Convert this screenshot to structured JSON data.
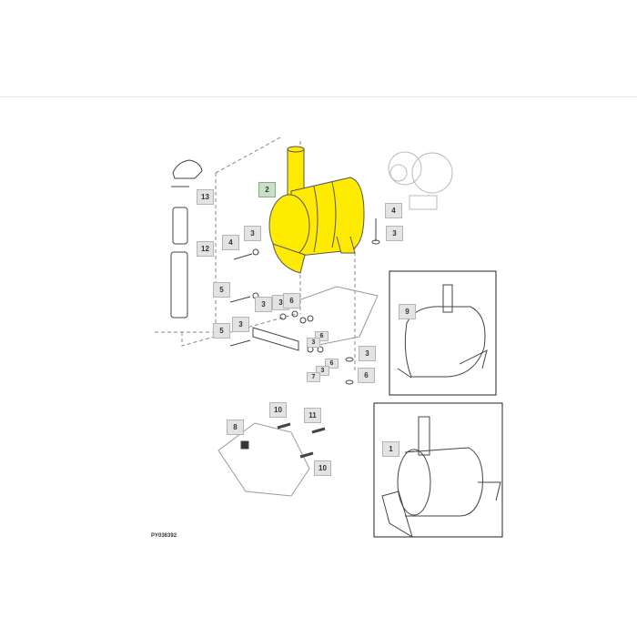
{
  "diagram": {
    "figure_id": "PY036392",
    "highlight_color": "#ffeb00",
    "callouts": [
      "13",
      "2",
      "12",
      "4",
      "3",
      "4",
      "3",
      "5",
      "3",
      "3",
      "6",
      "5",
      "3",
      "6",
      "3",
      "6",
      "3",
      "7",
      "3",
      "6",
      "9",
      "10",
      "11",
      "8",
      "10",
      "1"
    ]
  }
}
